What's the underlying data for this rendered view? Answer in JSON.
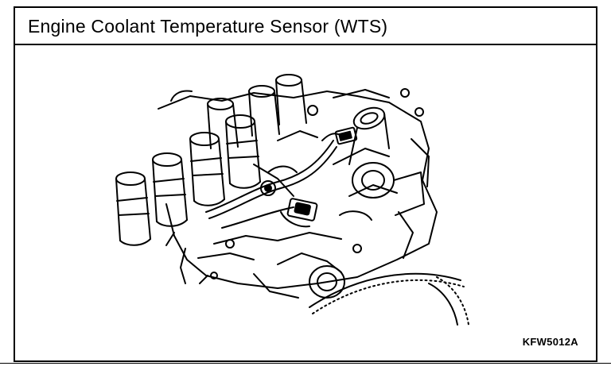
{
  "figure": {
    "title": "Engine Coolant Temperature Sensor (WTS)",
    "code": "KFW5012A"
  },
  "drawing": {
    "subject": "engine-coolant-temperature-sensor",
    "style": "line-art",
    "line_color": "#000000",
    "background_color": "#ffffff"
  }
}
